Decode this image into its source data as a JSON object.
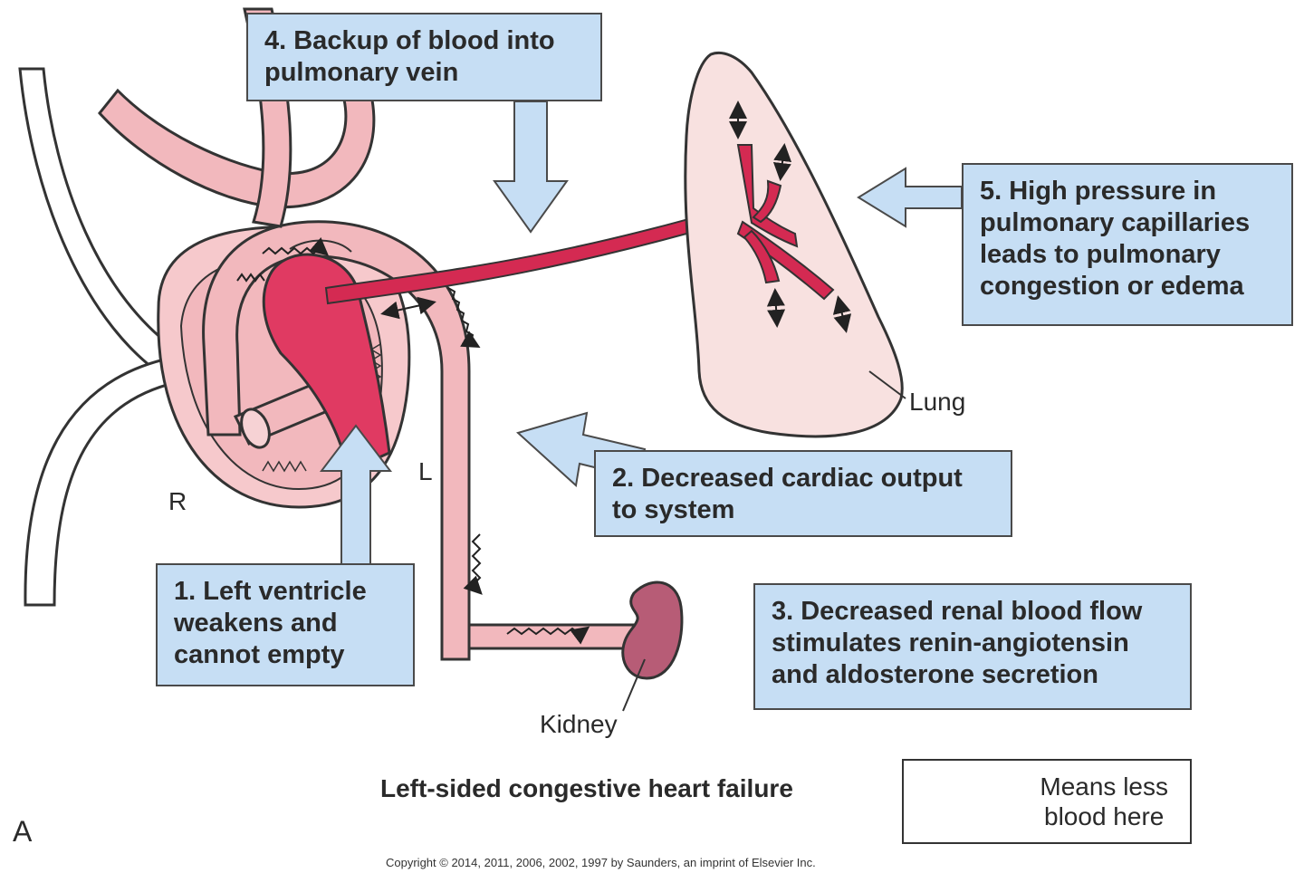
{
  "figure": {
    "panel_letter": "A",
    "title": "Left-sided congestive heart failure",
    "copyright": "Copyright © 2014, 2011, 2006, 2002, 1997 by Saunders, an imprint of Elsevier Inc."
  },
  "labels": {
    "right_side": "R",
    "left_side": "L",
    "lung": "Lung",
    "kidney": "Kidney"
  },
  "steps": [
    {
      "lines": [
        "1. Left ventricle",
        "weakens and",
        "cannot empty"
      ]
    },
    {
      "lines": [
        "2. Decreased cardiac output",
        "to system"
      ]
    },
    {
      "lines": [
        "3. Decreased renal blood flow",
        "stimulates renin-angiotensin",
        "and aldosterone secretion"
      ]
    },
    {
      "lines": [
        "4. Backup of blood into",
        "pulmonary vein"
      ]
    },
    {
      "lines": [
        "5. High pressure in",
        "pulmonary capillaries",
        "leads to pulmonary",
        "congestion or edema"
      ]
    }
  ],
  "legend": {
    "lines": [
      "Means less",
      "blood here"
    ]
  },
  "colors": {
    "box_fill": "#c6def4",
    "artery_fill": "#f2b8bd",
    "vessel_red": "#d42a52",
    "ventricle_red": "#e03a62",
    "lung_fill": "#f8e1e0",
    "kidney_fill": "#b75c76"
  }
}
